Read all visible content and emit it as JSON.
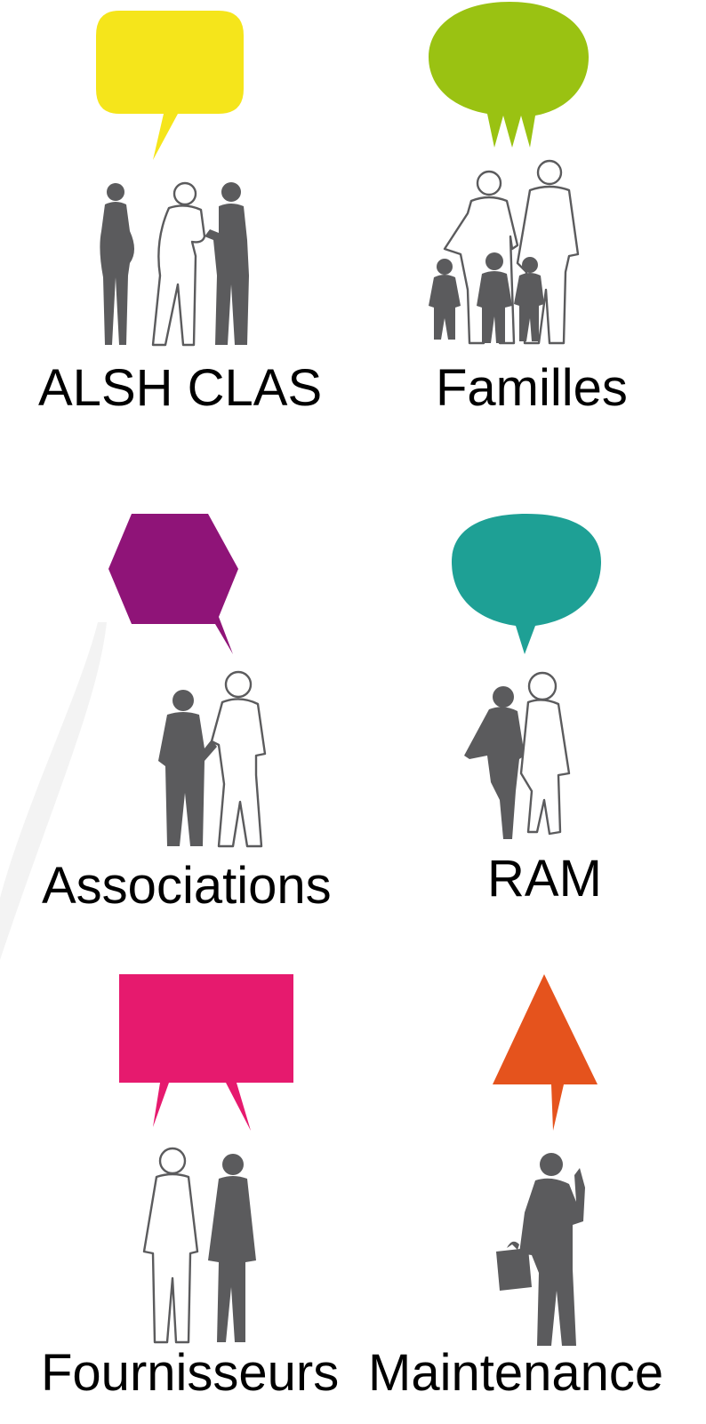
{
  "groups": [
    {
      "id": "alsh-clas",
      "label": "ALSH CLAS",
      "bubble": "rounded-rectangle",
      "bubble_color": "#f5e51b",
      "people": [
        "dark-woman",
        "outline-man",
        "dark-man"
      ]
    },
    {
      "id": "familles",
      "label": "Familles",
      "bubble": "cloud-oval",
      "bubble_color": "#9ac212",
      "people": [
        "outline-woman",
        "outline-man",
        "dark-child",
        "dark-child",
        "dark-child"
      ]
    },
    {
      "id": "associations",
      "label": "Associations",
      "bubble": "hexagon",
      "bubble_color": "#8f1478",
      "people": [
        "dark-man",
        "outline-man"
      ]
    },
    {
      "id": "ram",
      "label": "RAM",
      "bubble": "oval",
      "bubble_color": "#1ea095",
      "people": [
        "dark-woman",
        "outline-woman"
      ]
    },
    {
      "id": "fournisseurs",
      "label": "Fournisseurs",
      "bubble": "rectangle",
      "bubble_color": "#e61a6e",
      "people": [
        "outline-man",
        "dark-woman"
      ]
    },
    {
      "id": "maintenance",
      "label": "Maintenance",
      "bubble": "triangle",
      "bubble_color": "#e5531d",
      "people": [
        "dark-worker"
      ]
    }
  ],
  "colors": {
    "figure_dark": "#5b5b5d",
    "figure_outline": "#5b5b5d",
    "background": "#ffffff",
    "swoosh": "#f1f1f1"
  }
}
